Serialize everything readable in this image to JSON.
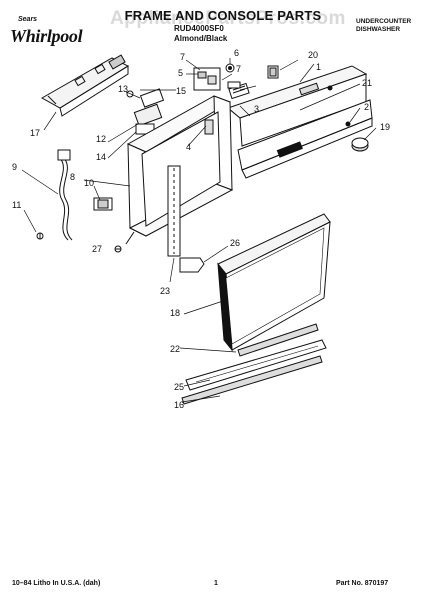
{
  "brand": {
    "small": "Sears",
    "word": "Whirlpool"
  },
  "title": "FRAME AND CONSOLE PARTS",
  "model_number": "RUD4000SF0",
  "color_label": "Almond/Black",
  "product_type": [
    "UNDERCOUNTER",
    "DISHWASHER"
  ],
  "watermark": "AppliancePartsPros.com",
  "footer": {
    "left": "10–84 Litho In U.S.A. (dah)",
    "page": "1",
    "part_no": "Part No. 870197"
  },
  "callouts": [
    "1",
    "2",
    "3",
    "4",
    "5",
    "6",
    "7",
    "7",
    "8",
    "9",
    "10",
    "11",
    "12",
    "13",
    "14",
    "15",
    "16",
    "17",
    "18",
    "19",
    "20",
    "21",
    "22",
    "23",
    "25",
    "26",
    "27"
  ]
}
